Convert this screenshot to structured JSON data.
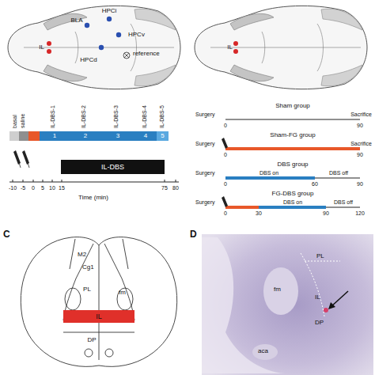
{
  "diagram": {
    "nodes": [
      {
        "text": [
          "IL-DBS"
        ]
      },
      {
        "text": [
          "1"
        ]
      },
      {
        "text": [
          "2"
        ]
      },
      {
        "text": [
          "3"
        ]
      },
      {
        "text": [
          "4"
        ]
      },
      {
        "text": [
          "5"
        ]
      },
      {
        "text": [
          "IL"
        ]
      }
    ],
    "labels": [
      "BLA",
      "HPCi",
      "HPCv",
      "IL",
      "HPCd",
      "reference",
      "IL",
      "basal",
      "saline",
      "IL-DBS-1",
      "IL-DBS-2",
      "IL-DBS-3",
      "IL-DBS-4",
      "IL-DBS-5",
      "-10",
      "-5",
      "0",
      "5",
      "10",
      "15",
      "75",
      "80",
      "Time (min)",
      "Sham group",
      "Surgery",
      "Sacrifice",
      "0",
      "90",
      "Sham-FG group",
      "Surgery",
      "Sacrifice",
      "0",
      "90",
      "DBS group",
      "Surgery",
      "DBS on",
      "DBS off",
      "0",
      "60",
      "90",
      "FG-DBS group",
      "Surgery",
      "DBS on",
      "DBS off",
      "0",
      "30",
      "90",
      "120",
      "C",
      "M2",
      "Cg1",
      "PL",
      "fm",
      "DP",
      "D",
      "PL",
      "fm",
      "IL",
      "DP",
      "aca"
    ]
  }
}
